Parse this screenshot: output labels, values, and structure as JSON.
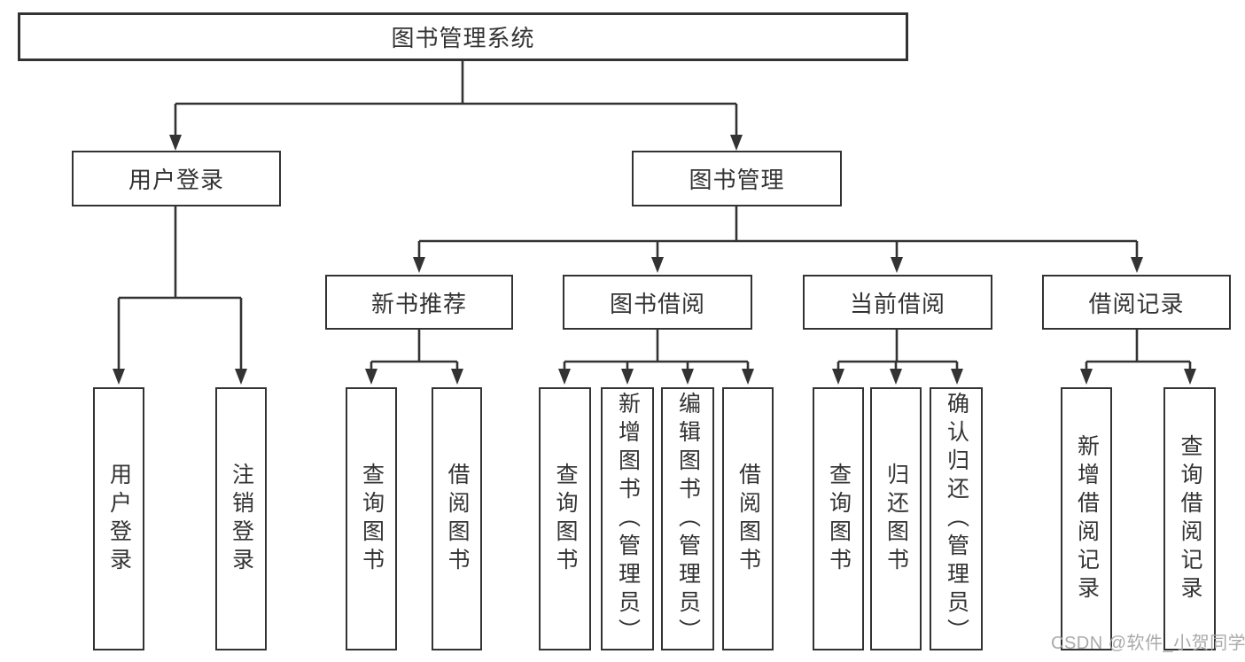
{
  "watermark": {
    "text": "CSDN @软件_小贺同学",
    "color": "#a5a5a5"
  },
  "colors": {
    "line": "#333333",
    "box_border": "#333333",
    "text": "#333333",
    "background": "#ffffff"
  },
  "tree": {
    "root": {
      "label": "图书管理系统"
    },
    "branches": [
      {
        "label": "用户登录",
        "children": [
          {
            "label": "用户登录"
          },
          {
            "label": "注销登录"
          }
        ]
      },
      {
        "label": "图书管理",
        "children": [
          {
            "label": "新书推荐",
            "children": [
              {
                "label": "查询图书"
              },
              {
                "label": "借阅图书"
              }
            ]
          },
          {
            "label": "图书借阅",
            "children": [
              {
                "label": "查询图书"
              },
              {
                "label": "新增图书（管理员）"
              },
              {
                "label": "编辑图书（管理员）"
              },
              {
                "label": "借阅图书"
              }
            ]
          },
          {
            "label": "当前借阅",
            "children": [
              {
                "label": "查询图书"
              },
              {
                "label": "归还图书"
              },
              {
                "label": "确认归还（管理员）"
              }
            ]
          },
          {
            "label": "借阅记录",
            "children": [
              {
                "label": "新增借阅记录"
              },
              {
                "label": "查询借阅记录"
              }
            ]
          }
        ]
      }
    ]
  }
}
